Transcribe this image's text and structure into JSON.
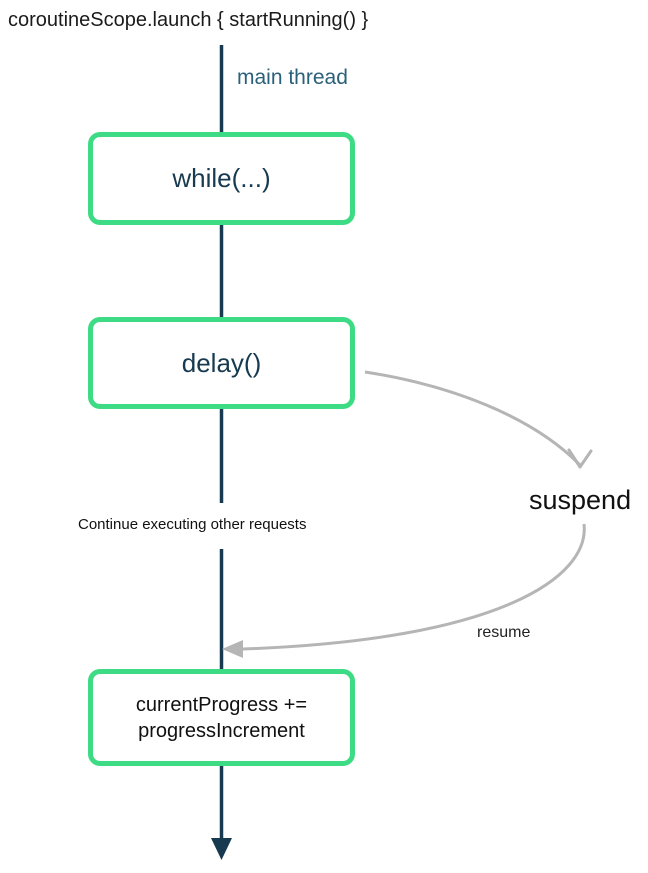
{
  "title": "coroutineScope.launch { startRunning() }",
  "thread_label": "main thread",
  "boxes": [
    {
      "id": "while-box",
      "lines": [
        "while(...)"
      ]
    },
    {
      "id": "delay-box",
      "lines": [
        "delay()"
      ]
    },
    {
      "id": "progress-box",
      "lines": [
        "currentProgress +=",
        "progressIncrement"
      ]
    }
  ],
  "annotations": {
    "continue_text": "Continue executing other requests",
    "suspend_label": "suspend",
    "resume_label": "resume"
  },
  "colors": {
    "box_border_green": "#3ddc84",
    "thread_line_teal": "#173a50",
    "thread_text_teal": "#2a607a",
    "suspend_curve_gray": "#b5b5b5",
    "plain_text": "#111111"
  }
}
